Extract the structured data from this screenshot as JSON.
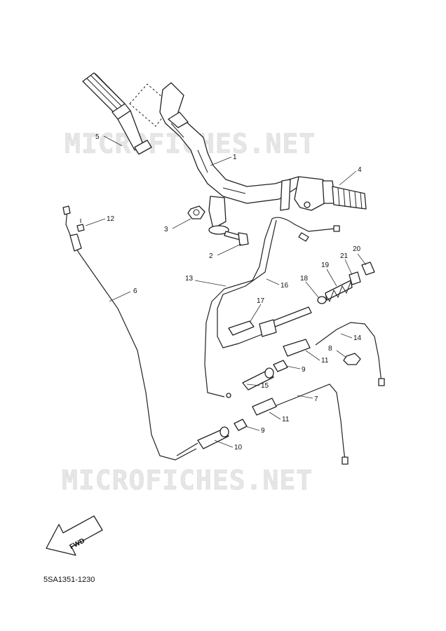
{
  "watermark": "MICROFICHES.NET",
  "diagram_code": "5SA1351-1230",
  "fwd_label": "FWD",
  "callouts": [
    "1",
    "2",
    "3",
    "4",
    "5",
    "6",
    "7",
    "8",
    "9",
    "9",
    "10",
    "11",
    "11",
    "12",
    "13",
    "14",
    "15",
    "16",
    "17",
    "18",
    "19",
    "20",
    "21"
  ]
}
